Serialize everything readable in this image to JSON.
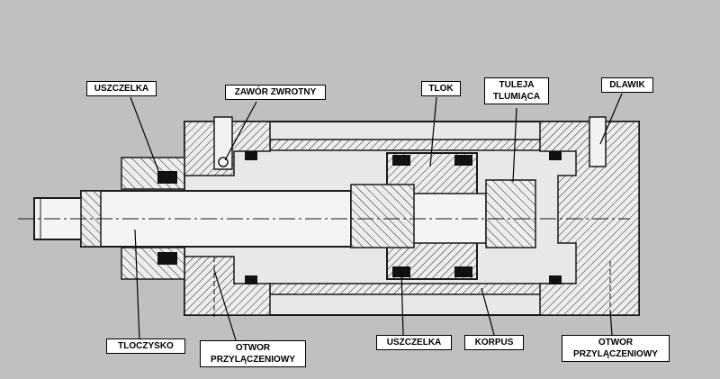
{
  "labels": {
    "uszczelka_top": "USZCZELKA",
    "zawor": "ZAWÓR ZWROTNY",
    "tlok": "TLOK",
    "tuleja_1": "TULEJA",
    "tuleja_2": "TLUMIĄCA",
    "dlawik": "DLAWIK",
    "tloczysko": "TLOCZYSKO",
    "otwor_left_1": "OTWOR",
    "otwor_left_2": "PRZYLĄCZENIOWY",
    "uszczelka_bottom": "USZCZELKA",
    "korpus": "KORPUS",
    "otwor_right_1": "OTWOR",
    "otwor_right_2": "PRZYLĄCZENIOWY"
  },
  "colors": {
    "background": "#c0c0c0",
    "body_fill": "#e6e6e6",
    "line": "#1a1a1a",
    "seal": "#111111"
  }
}
